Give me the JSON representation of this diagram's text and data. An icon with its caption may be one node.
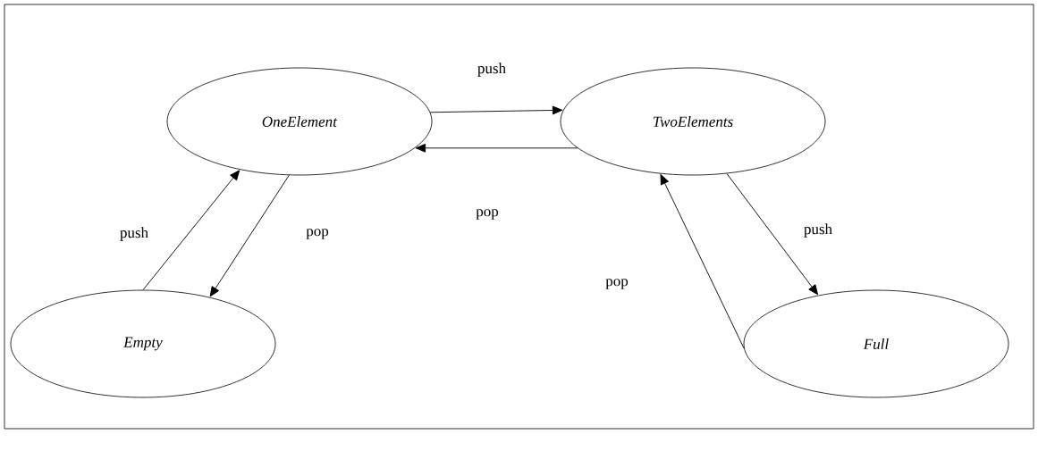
{
  "diagram": {
    "nodes": [
      {
        "text": [
          "*OneElement*"
        ]
      },
      {
        "text": [
          "*TwoElements*"
        ]
      },
      {
        "text": [
          "*Empty*"
        ]
      },
      {
        "text": [
          "*Full*"
        ]
      }
    ],
    "edges": [
      {
        "from": 0,
        "to": 1,
        "arrow": "to",
        "label": "push"
      },
      {
        "from": 1,
        "to": 0,
        "arrow": "to",
        "label": "pop"
      },
      {
        "from": 2,
        "to": 0,
        "arrow": "to",
        "label": "push"
      },
      {
        "from": 0,
        "to": 2,
        "arrow": "to",
        "label": "pop"
      },
      {
        "from": 1,
        "to": 3,
        "arrow": "to",
        "label": "push"
      },
      {
        "from": 3,
        "to": 1,
        "arrow": "to",
        "label": "pop"
      }
    ]
  }
}
